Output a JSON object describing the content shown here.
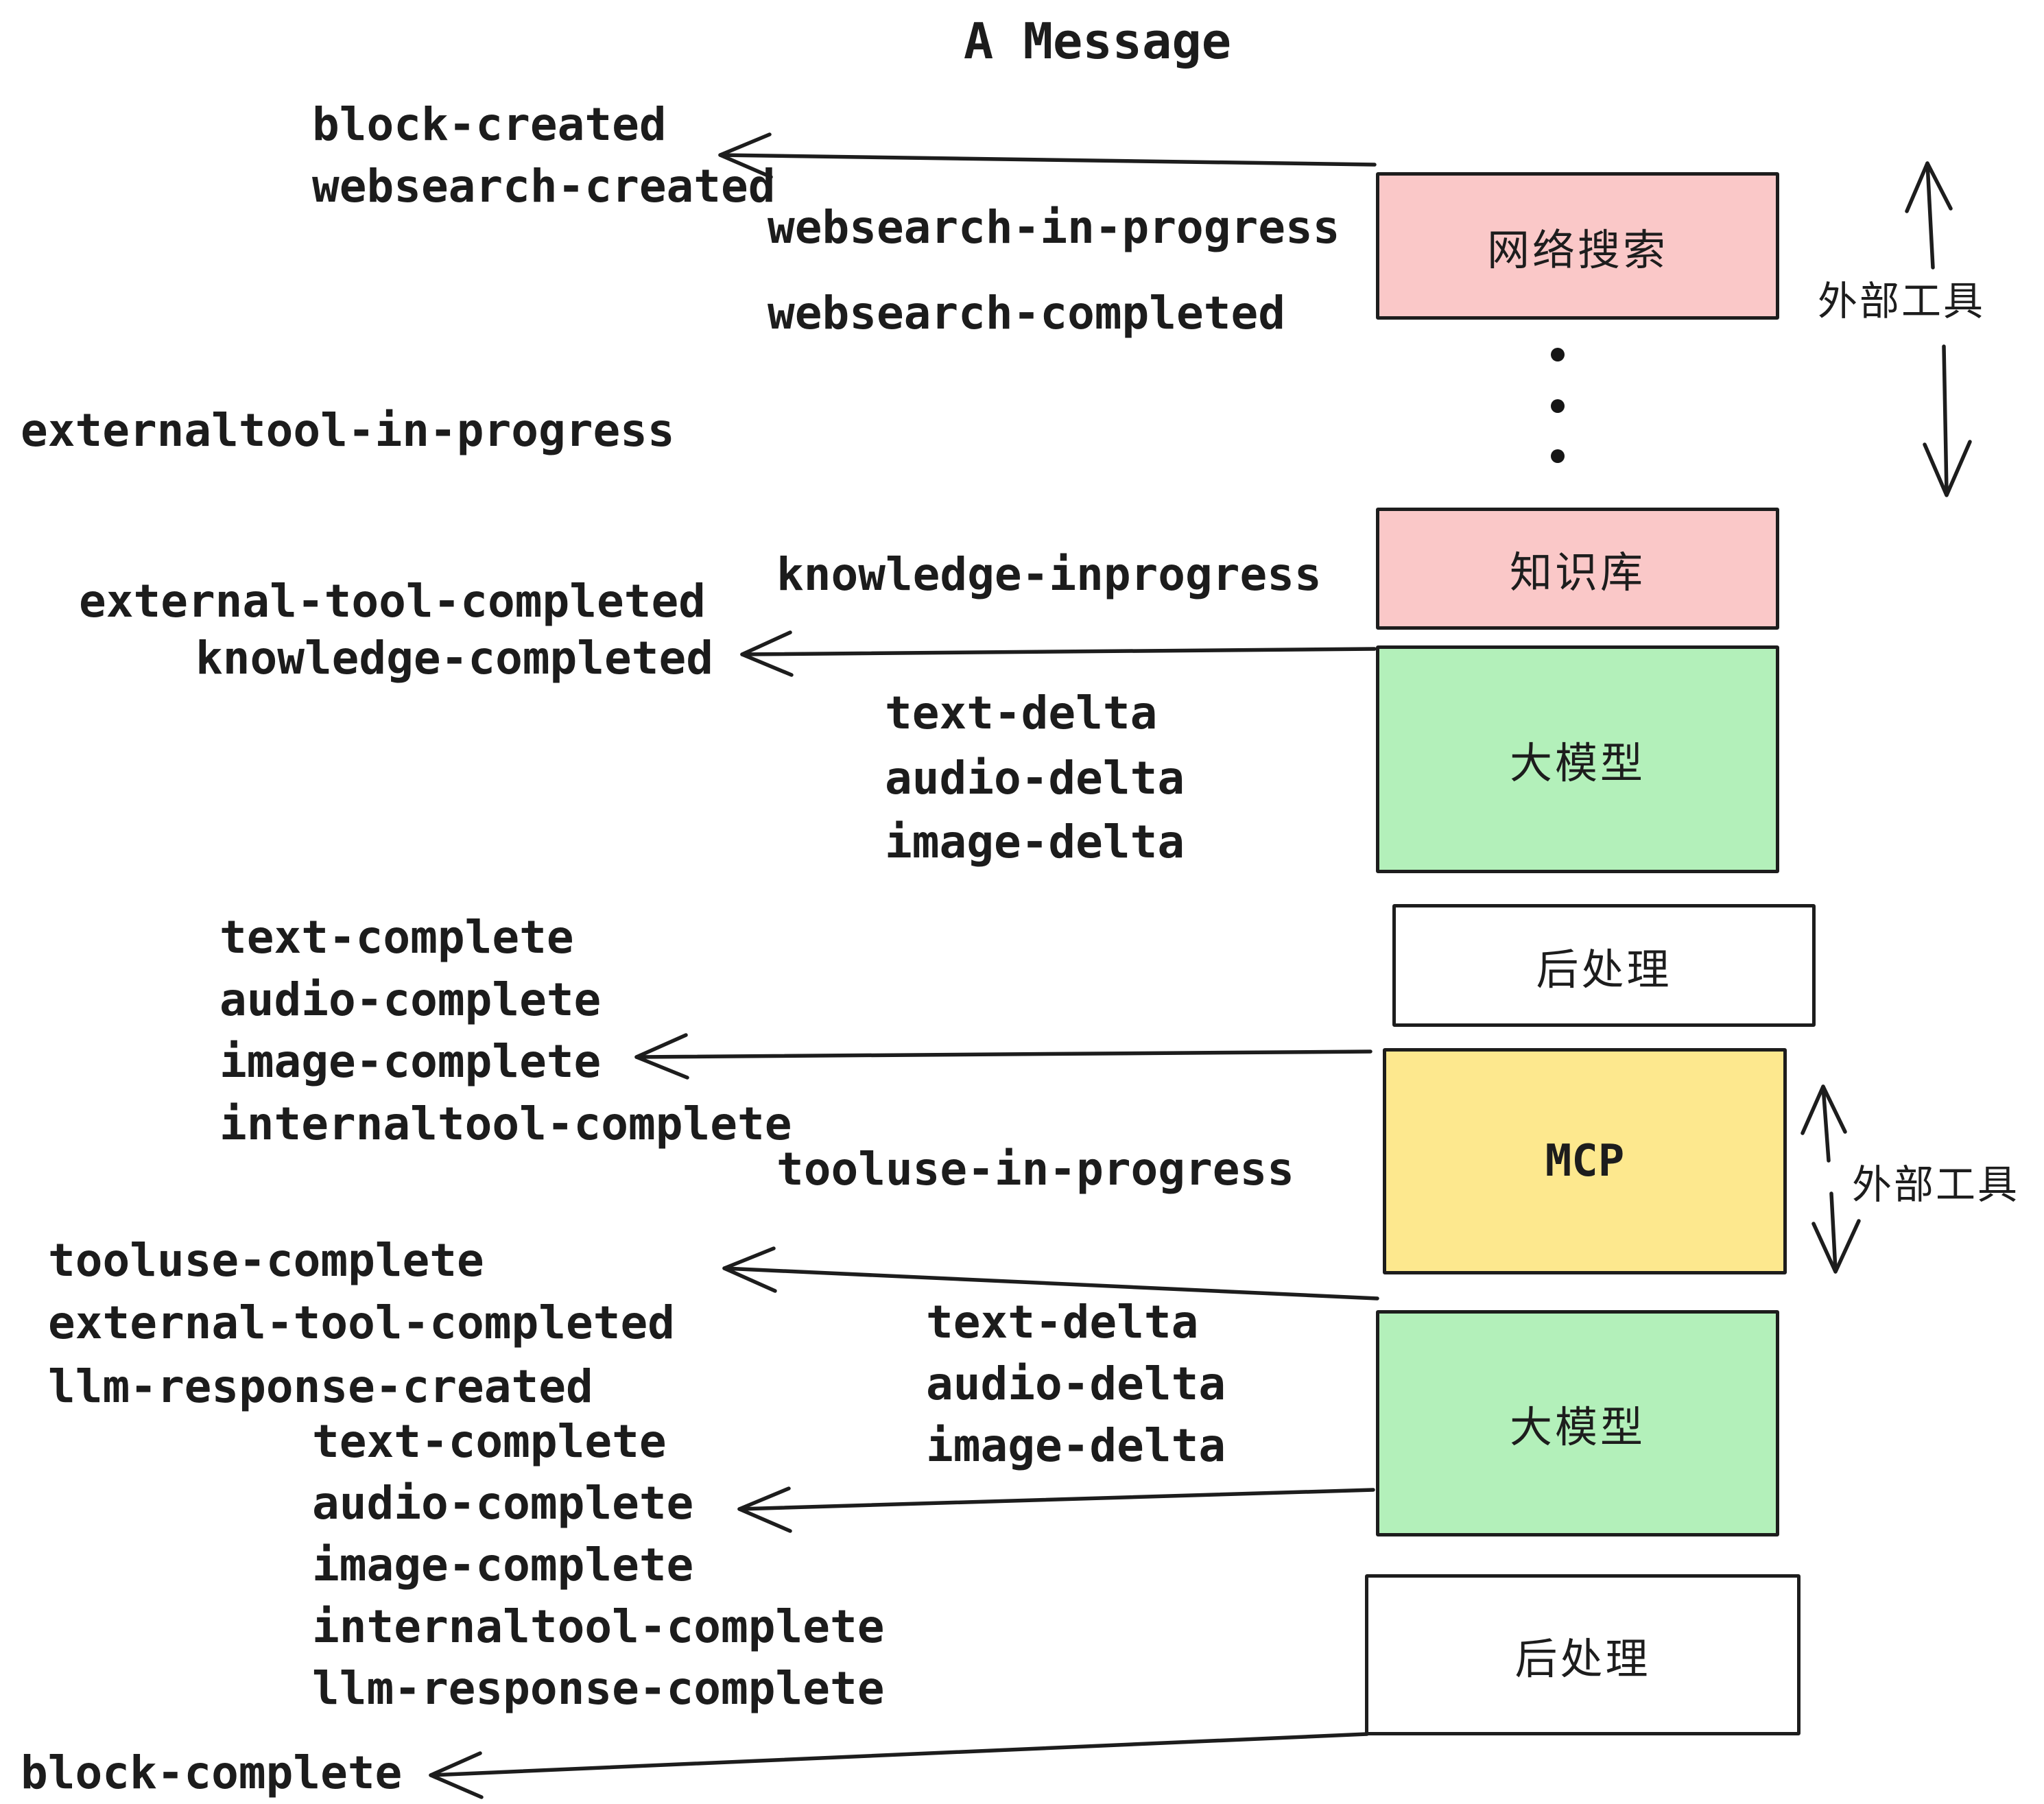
{
  "title": "A Message",
  "colors": {
    "pink": "#FAC8C8",
    "green": "#B3F0BA",
    "yellow": "#FDE88E",
    "white": "#FFFFFF",
    "ink": "#1C1C1C"
  },
  "boxes": {
    "websearch": {
      "label": "网络搜索"
    },
    "knowledge": {
      "label": "知识库"
    },
    "llm1": {
      "label": "大模型"
    },
    "post1": {
      "label": "后处理"
    },
    "mcp": {
      "label": "MCP"
    },
    "llm2": {
      "label": "大模型"
    },
    "post2": {
      "label": "后处理"
    }
  },
  "side_labels": {
    "external_tools_top": "外部工具",
    "external_tools_bottom": "外部工具"
  },
  "events": {
    "block_created": "block-created",
    "websearch_created": "websearch-created",
    "websearch_in_progress": "websearch-in-progress",
    "websearch_completed": "websearch-completed",
    "externaltool_in_progress": "externaltool-in-progress",
    "knowledge_inprogress": "knowledge-inprogress",
    "external_tool_completed": "external-tool-completed",
    "knowledge_completed": "knowledge-completed",
    "text_delta": "text-delta",
    "audio_delta": "audio-delta",
    "image_delta": "image-delta",
    "text_complete": "text-complete",
    "audio_complete": "audio-complete",
    "image_complete": "image-complete",
    "internaltool_complete": "internaltool-complete",
    "tooluse_in_progress": "tooluse-in-progress",
    "tooluse_complete": "tooluse-complete",
    "external_tool_completed_2": "external-tool-completed",
    "llm_response_created": "llm-response-created",
    "text_complete_2": "text-complete",
    "audio_complete_2": "audio-complete",
    "image_complete_2": "image-complete",
    "internaltool_complete_2": "internaltool-complete",
    "llm_response_complete": "llm-response-complete",
    "block_complete": "block-complete"
  }
}
